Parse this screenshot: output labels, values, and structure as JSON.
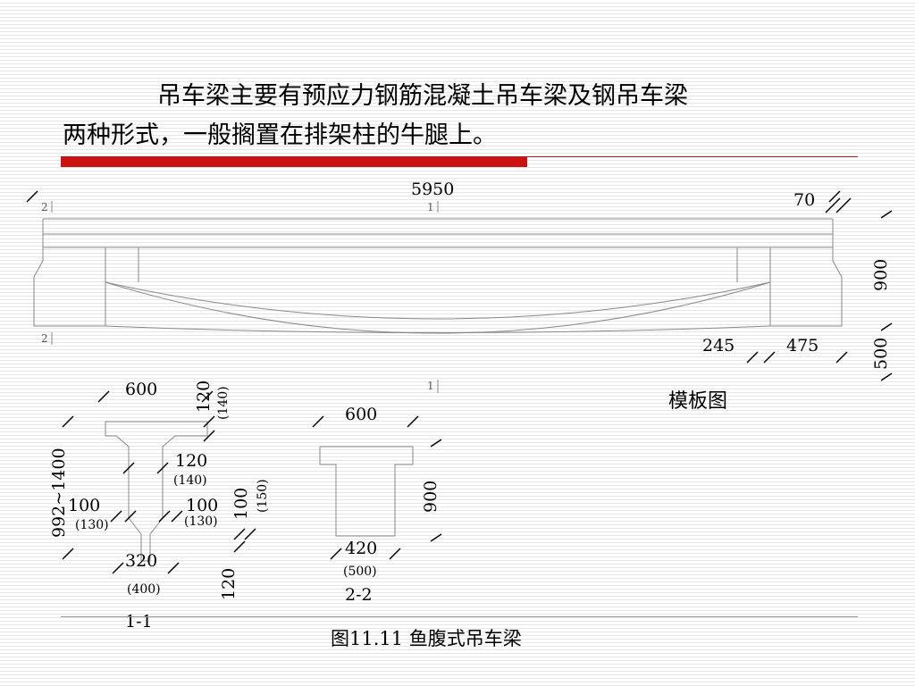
{
  "heading": {
    "line1": "吊车梁主要有预应力钢筋混凝土吊车梁及钢吊车梁",
    "line2": "两种形式，一般搁置在排架柱的牛腿上。"
  },
  "colors": {
    "accent": "#cc1111",
    "stripe": "#e6e6e6",
    "line": "#888888"
  },
  "elevation": {
    "total_length": "5950",
    "end_offset": "70",
    "height_mid": "900",
    "height_end": "500",
    "seg_a": "245",
    "seg_b": "475",
    "marker_1": "1",
    "marker_2": "2",
    "caption": "模板图"
  },
  "section_1_1": {
    "top_width": "600",
    "flange_thickness": "120",
    "flange_thickness_alt": "(140)",
    "haunch": "120",
    "haunch_alt": "(140)",
    "height_range": "992~1400",
    "web_left": "100",
    "web_left_alt": "(130)",
    "web_right": "100",
    "web_right_alt": "(130)",
    "bottom_haunch": "100",
    "bottom_haunch_alt": "(150)",
    "bottom_width": "320",
    "bottom_width_alt": "(400)",
    "bottom_thickness": "120",
    "label": "1-1"
  },
  "section_2_2": {
    "top_width": "600",
    "height": "900",
    "bottom_width": "420",
    "bottom_width_alt": "(500)",
    "label": "2-2"
  },
  "figure_caption": "图11.11  鱼腹式吊车梁"
}
